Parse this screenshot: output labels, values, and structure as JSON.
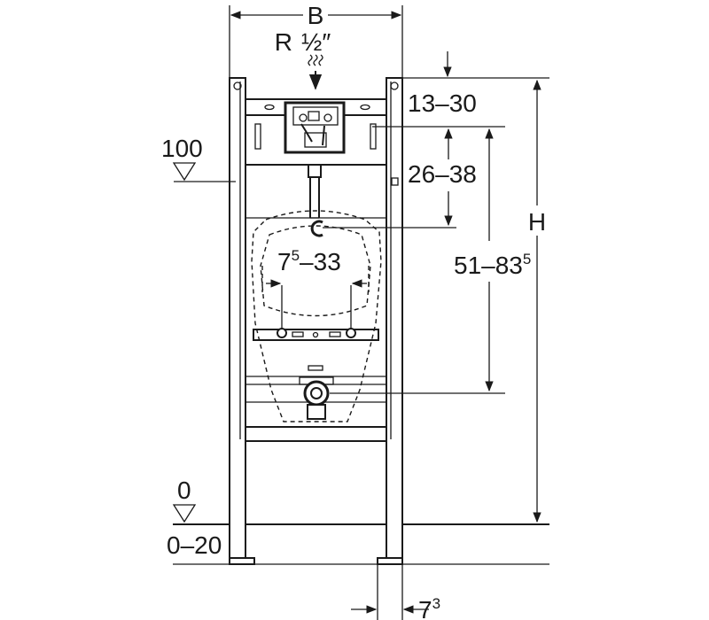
{
  "labels": {
    "width": "B",
    "thread": "R",
    "thread_size": "½″",
    "height": "H",
    "top_offset": "13–30",
    "valve_range": "26–38",
    "range_a": "51–83",
    "range_a_sup": "5",
    "range_b": "7",
    "range_b_sup": "5",
    "range_b_rest": "–33",
    "level_100": "100",
    "level_0": "0",
    "floor_range": "0–20",
    "depth": "7",
    "depth_sup": "3"
  },
  "colors": {
    "line": "#1a1a1a",
    "background": "#ffffff"
  },
  "icons": {
    "water_supply": "wavy-arrow-icon",
    "level_marker": "triangle-level-icon"
  }
}
